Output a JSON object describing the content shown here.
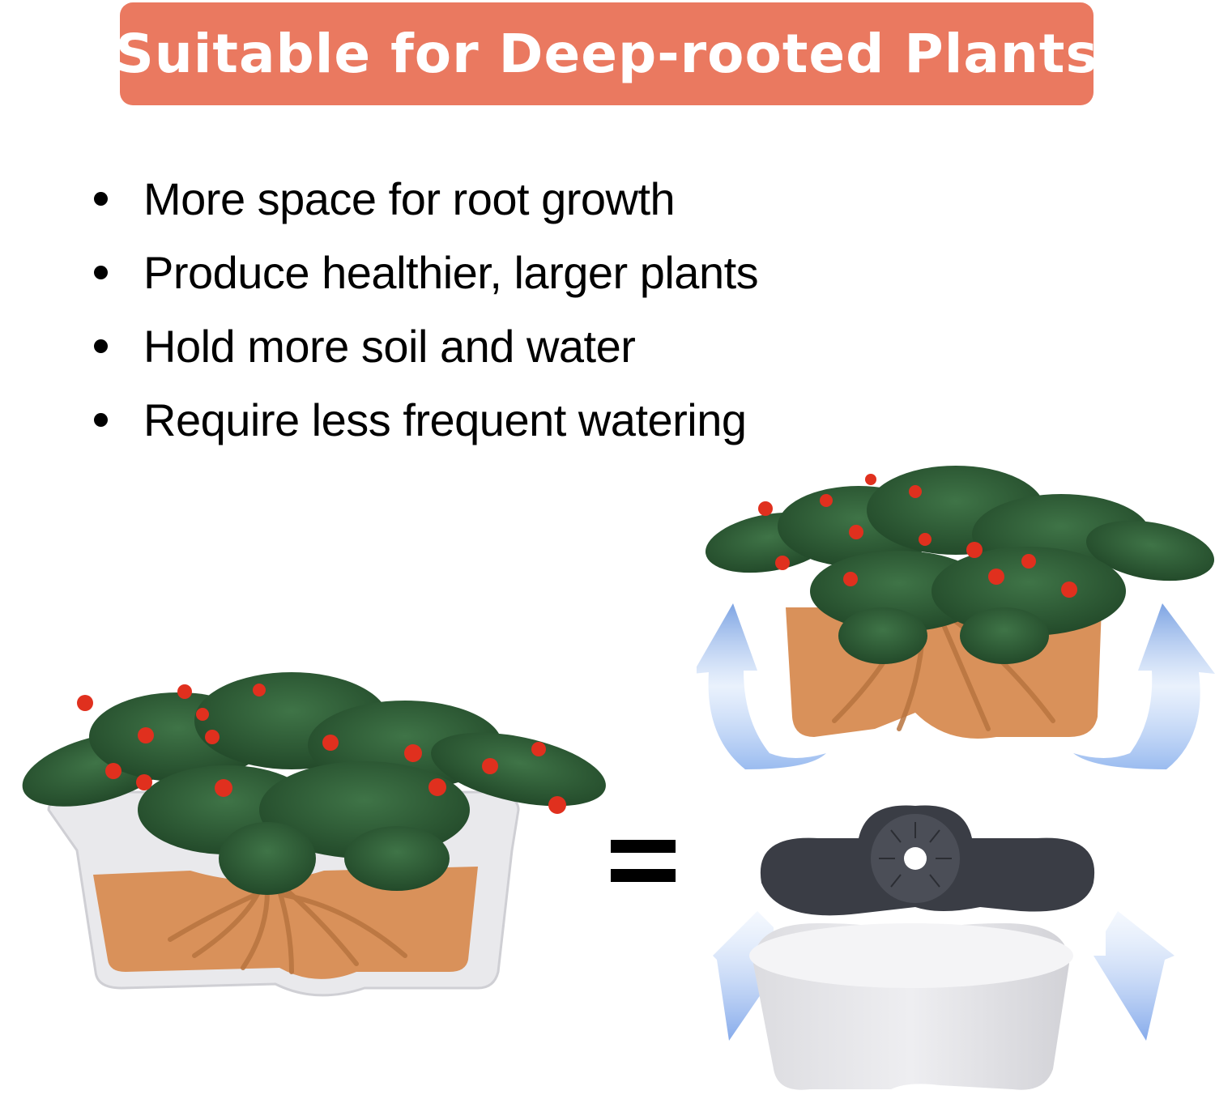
{
  "banner": {
    "title": "Suitable for Deep-rooted Plants",
    "background_color": "#ea7960",
    "text_color": "#ffffff"
  },
  "benefits": [
    {
      "text": "More space for root growth"
    },
    {
      "text": "Produce healthier, larger plants"
    },
    {
      "text": "Hold more soil and water"
    },
    {
      "text": "Require less frequent watering"
    }
  ],
  "illustrations": {
    "left": {
      "label": "planter-with-flowering-plant-and-roots"
    },
    "right_top": {
      "label": "soil-and-roots-with-upward-airflow-arrows"
    },
    "right_bottom": {
      "label": "self-watering-insert-tray-and-reservoir-with-downward-arrows"
    },
    "operator": "="
  },
  "colors": {
    "soil": "#d9915a",
    "root": "#b8743f",
    "leaf": "#2f5a34",
    "flower": "#e0301e",
    "pot": "#e9e9ec",
    "tray": "#3a3d45",
    "arrow": "#8fb4ee"
  }
}
